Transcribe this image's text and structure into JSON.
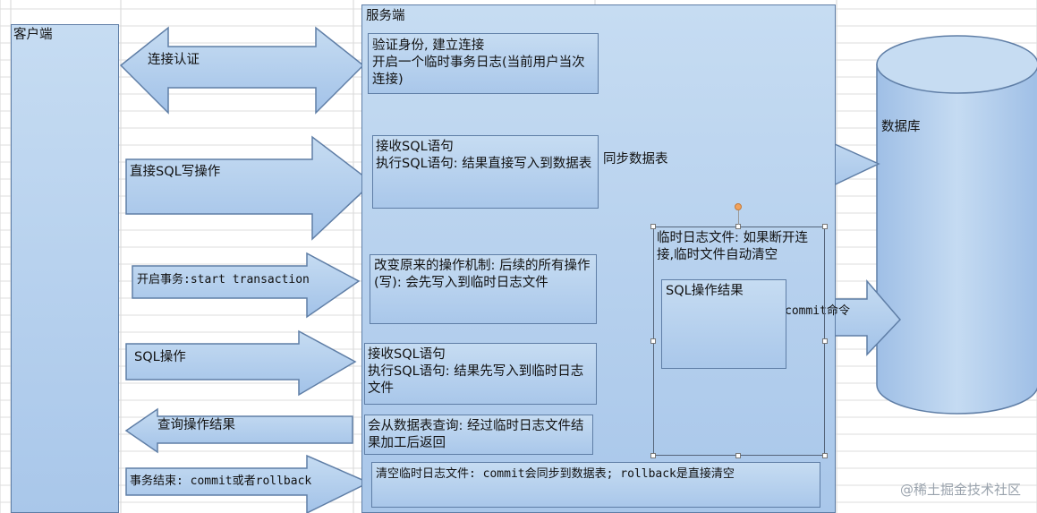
{
  "client": {
    "title": "客户端"
  },
  "server": {
    "title": "服务端"
  },
  "database": {
    "title": "数据库"
  },
  "arrows": {
    "connect_auth": "连接认证",
    "direct_sql_write": "直接SQL写操作",
    "start_transaction": "开启事务:start transaction",
    "sql_operation": "SQL操作",
    "query_result": "查询操作结果",
    "transaction_end": "事务结束: commit或者rollback",
    "sync_table": "同步数据表",
    "commit_cmd": "commit命令"
  },
  "server_boxes": {
    "verify": "验证身份, 建立连接\n开启一个临时事务日志(当前用户当次连接)",
    "recv_direct": "接收SQL语句\n执行SQL语句: 结果直接写入到数据表",
    "change_mechanism": "改变原来的操作机制: 后续的所有操作(写): 会先写入到临时日志文件",
    "recv_temp": "接收SQL语句\n执行SQL语句: 结果先写入到临时日志文件",
    "query_from_table": "会从数据表查询: 经过临时日志文件结果加工后返回",
    "clear_temp": "清空临时日志文件: commit会同步到数据表; rollback是直接清空"
  },
  "temp_log": {
    "description": "临时日志文件: 如果断开连接,临时文件自动清空",
    "sql_result": "SQL操作结果"
  },
  "watermark": "@稀土掘金技术社区",
  "colors": {
    "fill_top": "#c6dcf2",
    "fill_bottom": "#a9c7ea",
    "stroke": "#5f7ea6"
  }
}
